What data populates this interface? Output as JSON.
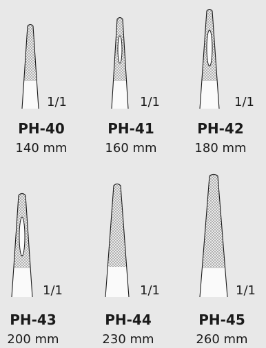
{
  "items": [
    {
      "code": "PH-40",
      "length": "140 mm",
      "scale": "1/1",
      "window": false
    },
    {
      "code": "PH-41",
      "length": "160 mm",
      "scale": "1/1",
      "window": true
    },
    {
      "code": "PH-42",
      "length": "180 mm",
      "scale": "1/1",
      "window": true
    },
    {
      "code": "PH-43",
      "length": "200 mm",
      "scale": "1/1",
      "window": true
    },
    {
      "code": "PH-44",
      "length": "230 mm",
      "scale": "1/1",
      "window": false
    },
    {
      "code": "PH-45",
      "length": "260 mm",
      "scale": "1/1",
      "window": false
    }
  ]
}
